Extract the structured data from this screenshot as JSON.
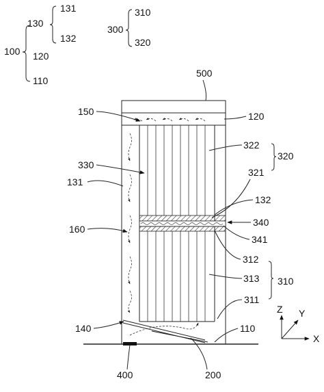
{
  "legend": {
    "l131": "131",
    "l130": "130",
    "l132": "132",
    "l100": "100",
    "l120": "120",
    "l110": "110",
    "l300": "300",
    "l310": "310",
    "l320": "320"
  },
  "labels": {
    "l500": "500",
    "l150": "150",
    "l120": "120",
    "l322": "322",
    "l320": "320",
    "l330": "330",
    "l321": "321",
    "l131": "131",
    "l132": "132",
    "l160": "160",
    "l340": "340",
    "l341": "341",
    "l312": "312",
    "l313": "313",
    "l310": "310",
    "l311": "311",
    "l140": "140",
    "l110": "110",
    "l400": "400",
    "l200": "200"
  },
  "axes": {
    "z": "Z",
    "y": "Y",
    "x": "X"
  }
}
